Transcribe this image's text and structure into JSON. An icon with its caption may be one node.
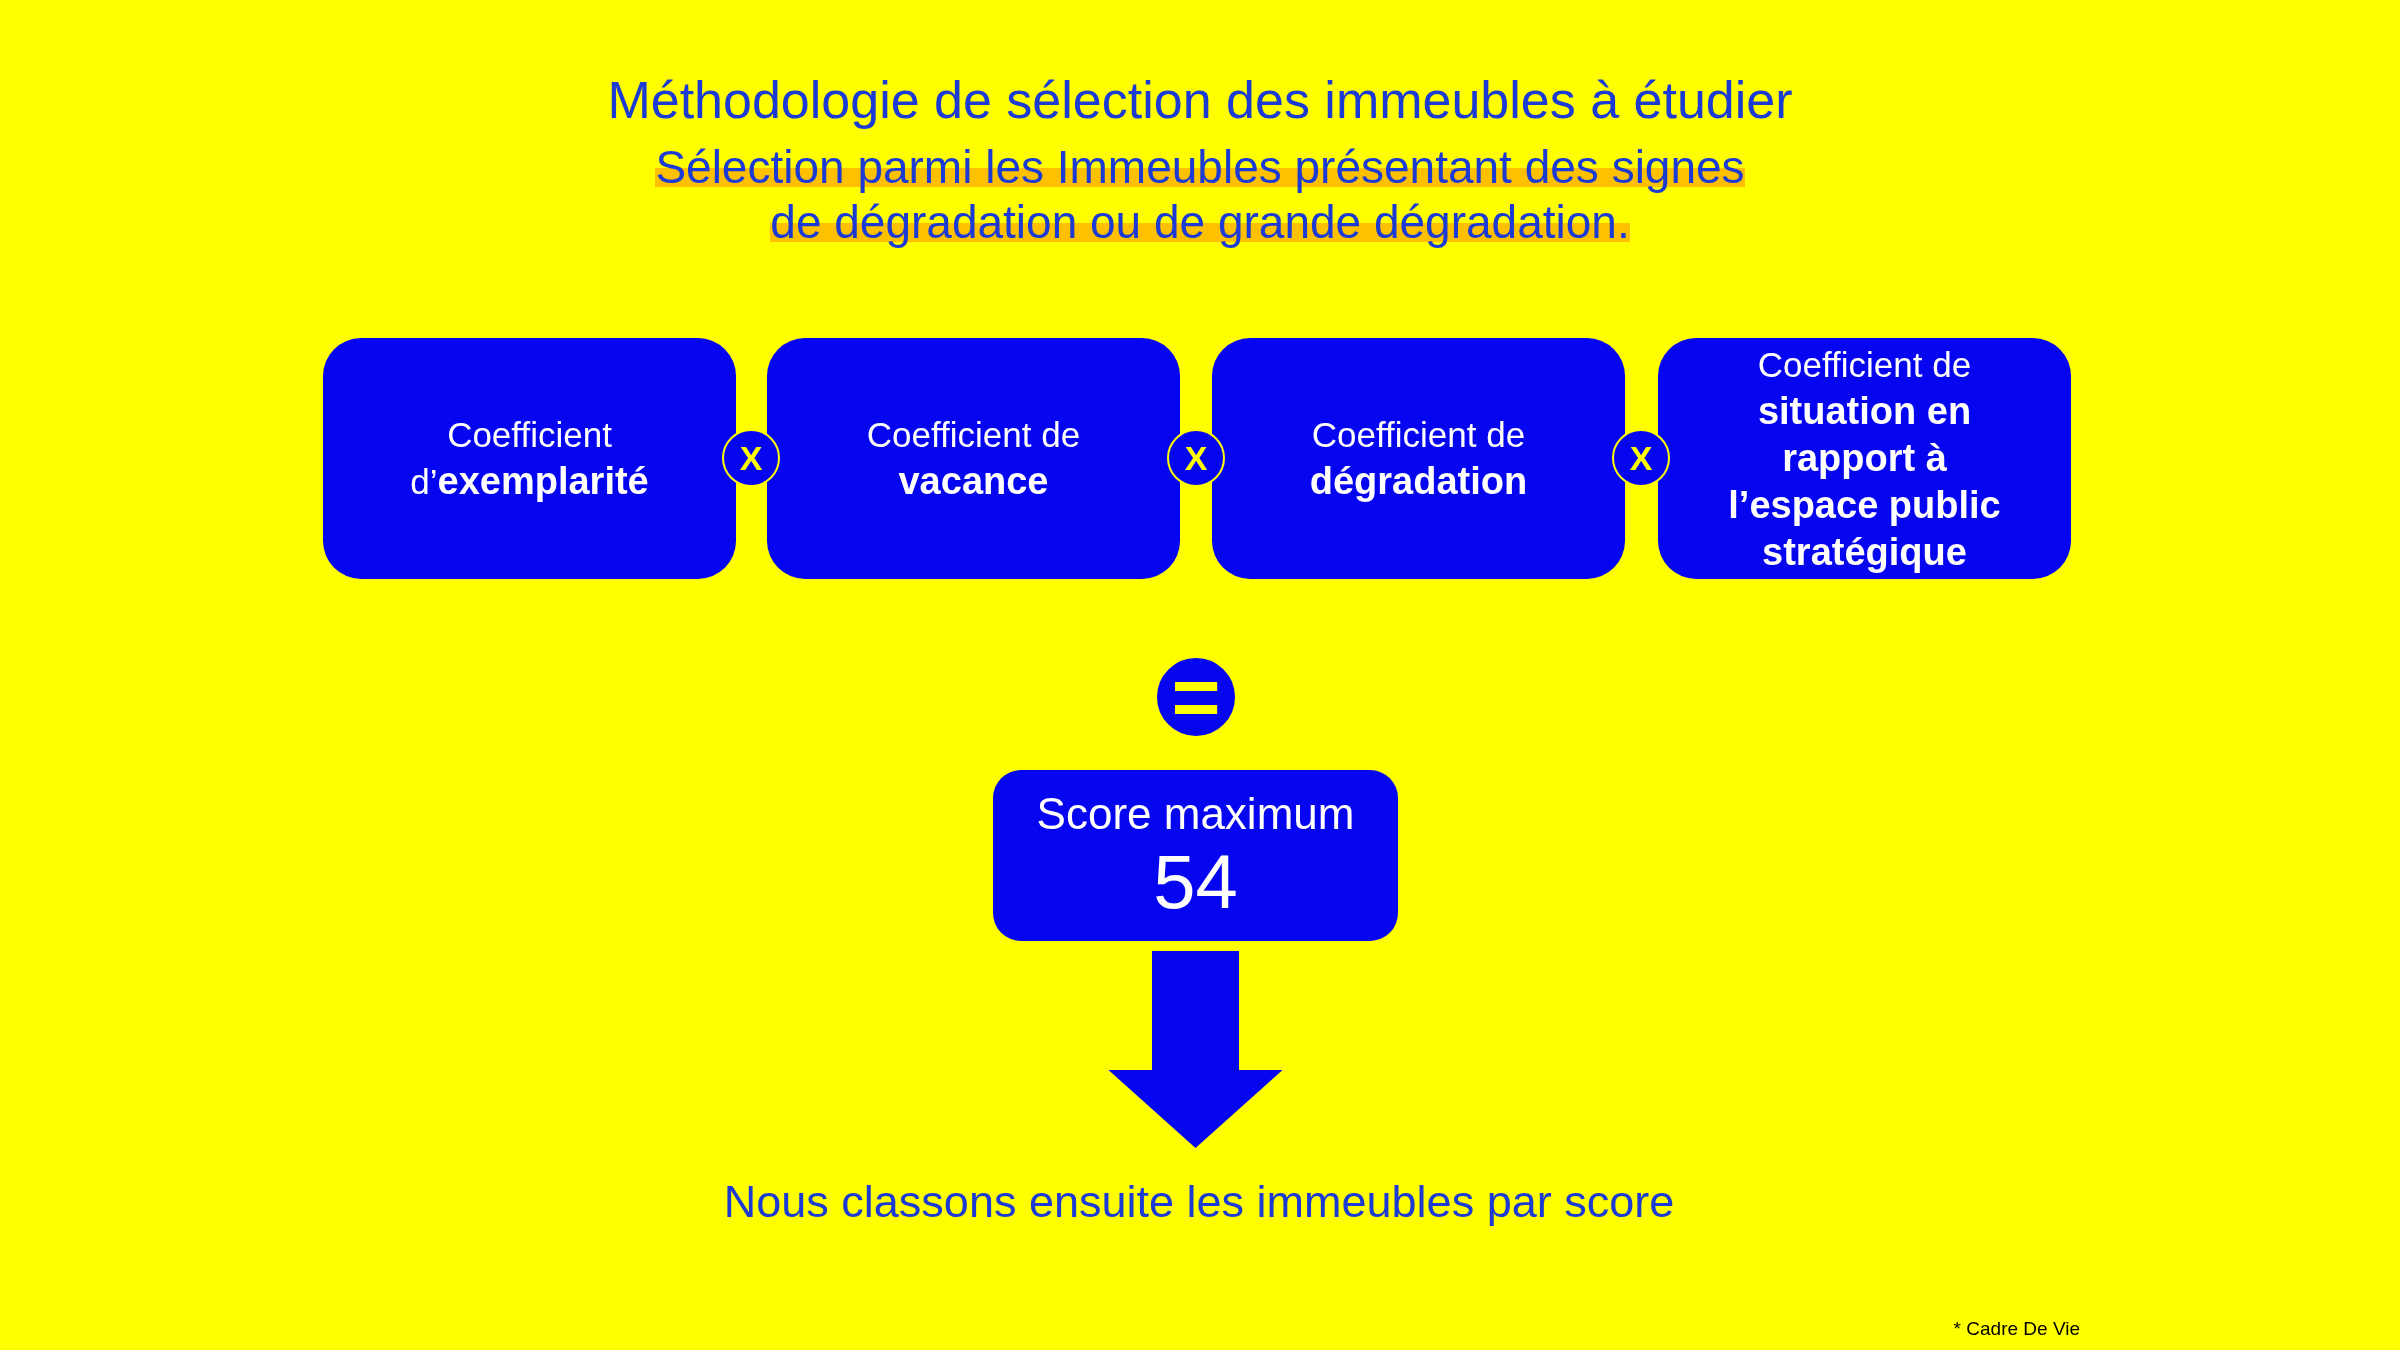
{
  "diagram": {
    "title": "Méthodologie de sélection des immeubles à étudier",
    "nodes": [
      {
        "text": [
          "Coefficient d’**exemplarité**"
        ]
      },
      {
        "text": [
          "X"
        ]
      },
      {
        "text": [
          "Coefficient de **vacance**"
        ]
      },
      {
        "text": [
          "X"
        ]
      },
      {
        "text": [
          "Coefficient de **dégradation**"
        ]
      },
      {
        "text": [
          "X"
        ]
      },
      {
        "text": [
          "Coefficient de **situation en rapport à l’espace public stratégique**"
        ]
      },
      {
        "text": [
          "="
        ]
      },
      {
        "text": [
          "Score maximum",
          "54"
        ]
      },
      {
        "text": [
          "Nous classons ensuite les immeubles par score"
        ]
      }
    ],
    "edges": [
      {
        "from": 8,
        "to": 9,
        "arrow": "to",
        "style": "thick"
      }
    ],
    "labels": [
      "Sélection parmi les Immeubles présentant des signes de dégradation ou de grande dégradation.",
      "* Cadre De Vie"
    ]
  }
}
